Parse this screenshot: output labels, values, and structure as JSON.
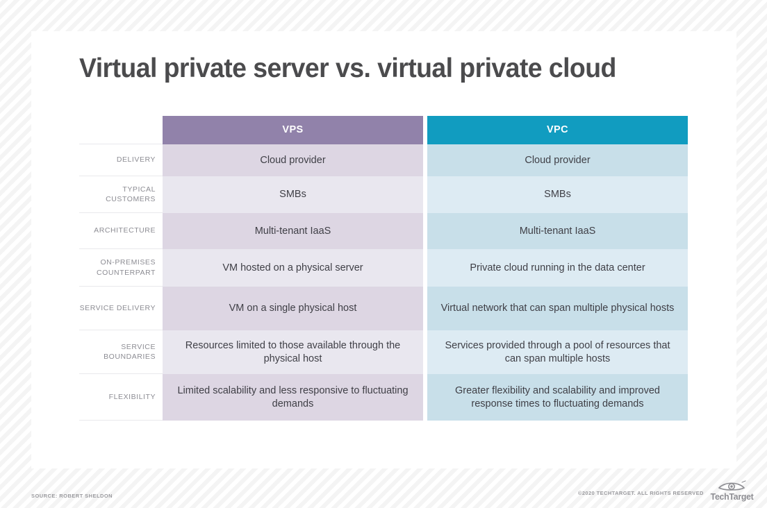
{
  "title": "Virtual private server vs. virtual private cloud",
  "colors": {
    "vps_header": "#9182aa",
    "vpc_header": "#119cc0",
    "vps_row_dark": "#ddd6e3",
    "vps_row_light": "#e9e7ef",
    "vpc_row_dark": "#c8dfe9",
    "vpc_row_light": "#ddebf3",
    "title_text": "#4b4b4d",
    "label_text": "#8c8c93"
  },
  "table": {
    "columns": [
      "VPS",
      "VPC"
    ],
    "rows": [
      {
        "label": "DELIVERY",
        "vps": "Cloud provider",
        "vpc": "Cloud provider"
      },
      {
        "label": "TYPICAL CUSTOMERS",
        "vps": "SMBs",
        "vpc": "SMBs"
      },
      {
        "label": "ARCHITECTURE",
        "vps": "Multi-tenant IaaS",
        "vpc": "Multi-tenant IaaS"
      },
      {
        "label": "ON-PREMISES COUNTERPART",
        "vps": "VM hosted on a physical server",
        "vpc": "Private cloud running in the data center"
      },
      {
        "label": "SERVICE DELIVERY",
        "vps": "VM on a single physical host",
        "vpc": "Virtual network that can span multiple physical hosts"
      },
      {
        "label": "SERVICE BOUNDARIES",
        "vps": "Resources limited to those available through the physical host",
        "vpc": "Services provided through a pool of resources that can span multiple hosts"
      },
      {
        "label": "FLEXIBILITY",
        "vps": "Limited scalability and less responsive to fluctuating demands",
        "vpc": "Greater flexibility and scalability and improved response times to fluctuating demands"
      }
    ]
  },
  "footer": {
    "source": "SOURCE: ROBERT SHELDON",
    "copyright": "©2020 TECHTARGET. ALL RIGHTS RESERVED",
    "logo_text": "TechTarget",
    "logo_icon": "eye-icon"
  }
}
